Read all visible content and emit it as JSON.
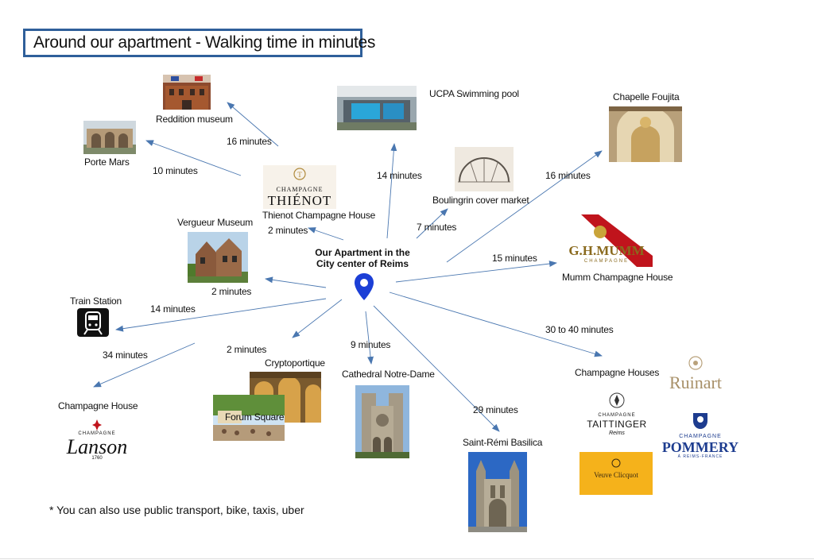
{
  "title": "Around our apartment - Walking time in minutes",
  "center": {
    "line1": "Our Apartment in the",
    "line2": "City center of Reims"
  },
  "footnote": "* You can also use public transport, bike, taxis, uber",
  "places": {
    "reddition": "Reddition museum",
    "porte_mars": "Porte Mars",
    "ucpa": "UCPA Swimming pool",
    "foujita": "Chapelle Foujita",
    "boulingrin": "Boulingrin cover market",
    "thienot": "Thienot Champagne House",
    "vergueur": "Vergueur Museum",
    "mumm": "Mumm Champagne House",
    "train": "Train Station",
    "crypto": "Cryptoportique",
    "forum": "Forum Square",
    "cathedral": "Cathedral Notre-Dame",
    "champagne_house": "Champagne House",
    "champagne_houses": "Champagne Houses",
    "saint_remi": "Saint-Rémi Basilica"
  },
  "times": {
    "reddition": "16 minutes",
    "porte_mars": "10 minutes",
    "ucpa": "14 minutes",
    "foujita": "16 minutes",
    "boulingrin": "7 minutes",
    "thienot": "2 minutes",
    "vergueur": "2 minutes",
    "mumm": "15 minutes",
    "train": "14 minutes",
    "crypto": "2 minutes",
    "cathedral": "9 minutes",
    "lanson": "34 minutes",
    "houses": "30 to 40 minutes",
    "saint_remi": "29 minutes"
  },
  "logos": {
    "thienot_top": "CHAMPAGNE",
    "thienot_name": "THIÉNOT",
    "mumm_name": "G.H.MUMM",
    "mumm_sub": "CHAMPAGNE",
    "lanson_top": "CHAMPAGNE",
    "lanson_name": "Lanson",
    "lanson_year": "1760",
    "ruinart": "Ruinart",
    "taittinger_top": "CHAMPAGNE",
    "taittinger_name": "TAITTINGER",
    "taittinger_sub": "Reims",
    "pommery_top": "CHAMPAGNE",
    "pommery_name": "POMMERY",
    "pommery_sub": "À REIMS-FRANCE",
    "veuve": "Veuve Clicquot"
  },
  "colors": {
    "arrow": "#4a77b0",
    "title_border": "#2f5f9a",
    "pin": "#1c3fd6",
    "mumm_red": "#c0141c",
    "veuve_yellow": "#f5b21b",
    "pommery_blue": "#1d3c8f"
  },
  "icons": {
    "pin": "map-pin-icon",
    "train": "train-icon"
  }
}
